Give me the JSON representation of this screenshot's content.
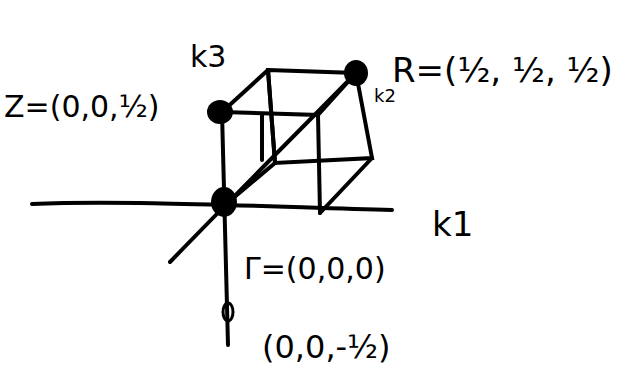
{
  "diagram": {
    "labels": [
      "Z=(0,0,½)",
      "k3",
      "R=(½, ½, ½)",
      "k2",
      "k1",
      "Γ=(0,0,0)",
      "(0,0,-½)"
    ]
  }
}
